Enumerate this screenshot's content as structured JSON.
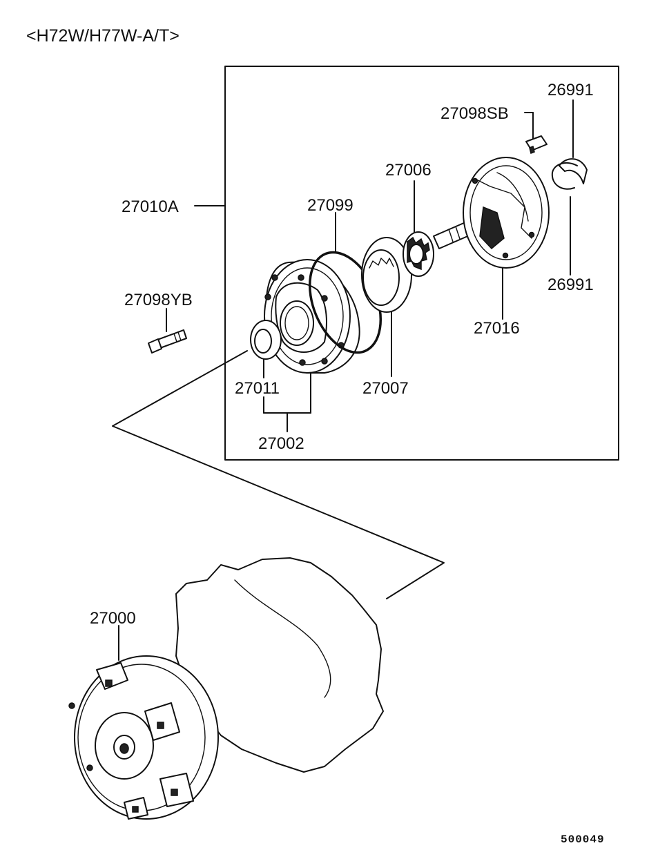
{
  "title": "<H72W/H77W-A/T>",
  "drawing_code": "500049",
  "parts": {
    "assembly": "27010A",
    "retainer": "26991",
    "retainer_lower": "26991",
    "plug": "27098SB",
    "gear": "27006",
    "gasket": "27099",
    "bolt": "27098YB",
    "stator_shaft": "27016",
    "gear_ring": "27007",
    "seal": "27011",
    "pump_housing": "27002",
    "torque_converter": "27000"
  }
}
